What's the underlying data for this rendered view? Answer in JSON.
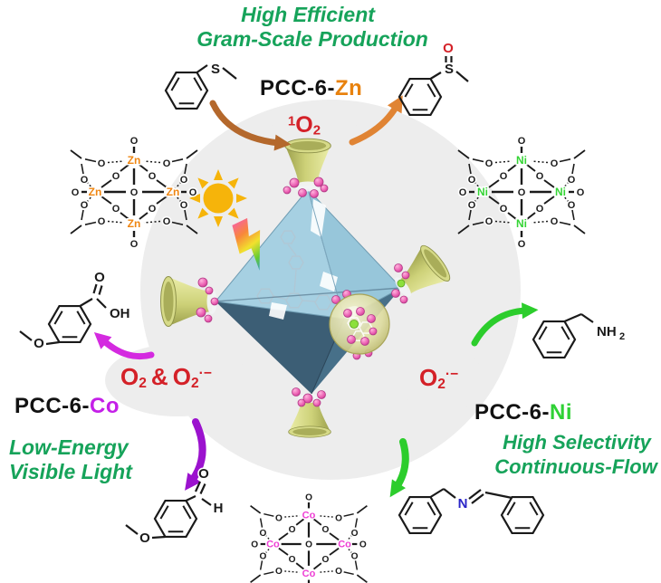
{
  "zn": {
    "caption_line1": "High Efficient",
    "caption_line2": "Gram-Scale Production",
    "catalyst_prefix": "PCC-6-",
    "metal": "Zn",
    "metal_color": "#e8820e",
    "ros": {
      "sup": "1",
      "base": "O",
      "sub": "2"
    }
  },
  "co": {
    "caption_line1": "Low-Energy",
    "caption_line2": "Visible Light",
    "catalyst_prefix": "PCC-6-",
    "metal": "Co",
    "metal_color": "#c41fe8",
    "ros": {
      "base1": "O",
      "sub1": "2",
      "amp": "&",
      "base2": "O",
      "sub2": "2",
      "sup2": "·−"
    }
  },
  "ni": {
    "caption_line1": "High Selectivity",
    "caption_line2": "Continuous-Flow",
    "catalyst_prefix": "PCC-6-",
    "metal": "Ni",
    "metal_color": "#2fd135",
    "ros": {
      "base": "O",
      "sub": "2",
      "sup": "·−"
    }
  },
  "molecules": {
    "thioanisole": {
      "s": "S"
    },
    "sulfoxide": {
      "s": "S",
      "o": "O"
    },
    "anisic_acid": {
      "o": "O",
      "oh": "OH",
      "o_methoxy": "O"
    },
    "anisaldehyde": {
      "o": "O",
      "h": "H",
      "o_methoxy": "O"
    },
    "benzylamine": {
      "nh": "NH",
      "sub": "2"
    },
    "imine": {
      "n": "N"
    }
  },
  "clusters": {
    "oxygen_label": "O",
    "metal_colors": {
      "zn": "#ef8612",
      "ni": "#35d435",
      "co": "#ee3fd4"
    }
  },
  "colors": {
    "caption_green": "#16a35a",
    "ros_red": "#d42128",
    "arrow_orange_dark": "#b4682c",
    "arrow_orange": "#e08434",
    "arrow_magenta": "#d42ae0",
    "arrow_purple": "#9b12ce",
    "arrow_green": "#2ccd2c",
    "cage_light_face": "#a6d0e2",
    "cage_dark_face": "#3c5e75",
    "funnel_khaki": "#cdd178",
    "ball_pink": "#ee5fb3",
    "background_circle": "#ededed",
    "imine_n_blue": "#2a25c8",
    "sun_yellow": "#f6b40a"
  }
}
